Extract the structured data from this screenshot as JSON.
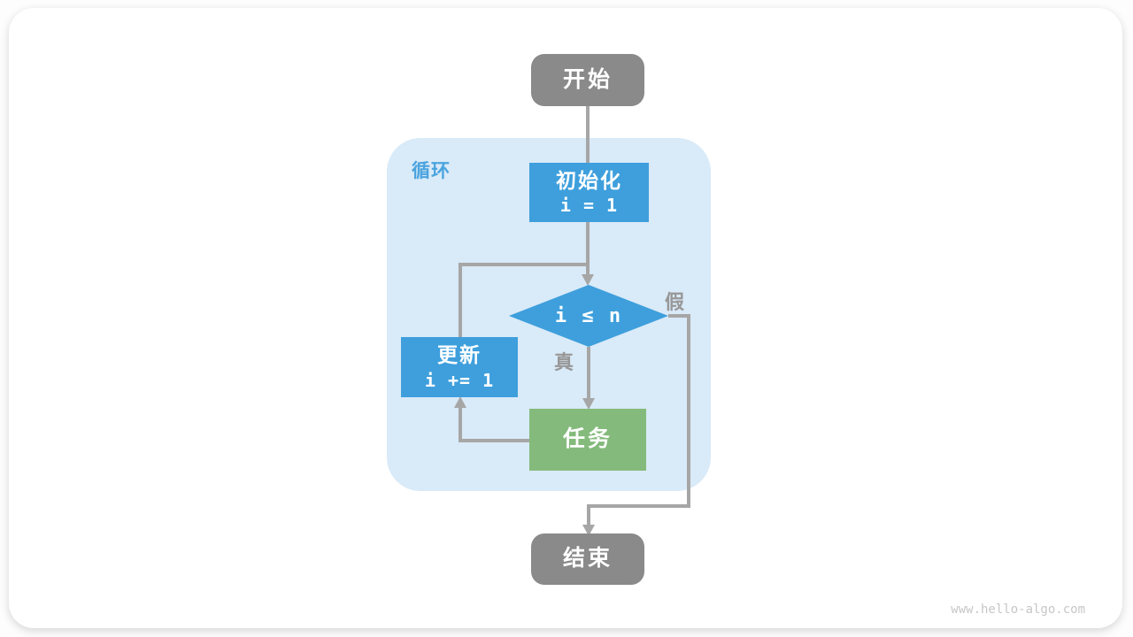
{
  "diagram": {
    "container_label": "循环",
    "nodes": {
      "start": {
        "label": "开始"
      },
      "init": {
        "title": "初始化",
        "code": "i = 1"
      },
      "condition": {
        "code": "i ≤ n"
      },
      "update": {
        "title": "更新",
        "code": "i += 1"
      },
      "task": {
        "label": "任务"
      },
      "end": {
        "label": "结束"
      }
    },
    "edge_labels": {
      "true_branch": "真",
      "false_branch": "假"
    },
    "colors": {
      "process_blue": "#3e9fdc",
      "process_green": "#84bb7c",
      "terminal_gray": "#8a8a8a",
      "loop_container_bg": "#d9eaf8",
      "loop_label_blue": "#4aa3de",
      "connector_gray": "#a6a6a6",
      "edge_label_gray": "#979797"
    }
  },
  "footer": {
    "watermark": "www.hello-algo.com"
  }
}
